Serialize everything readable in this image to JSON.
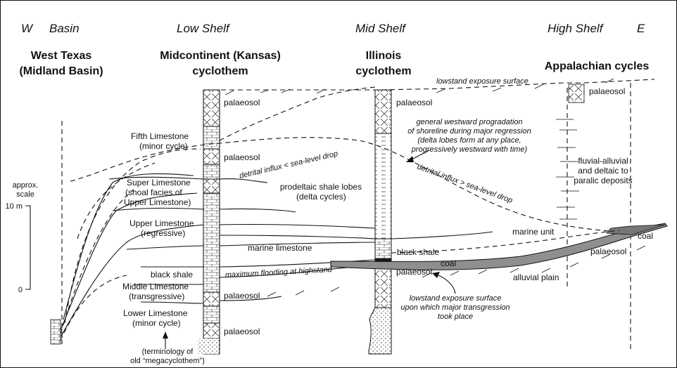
{
  "regions": {
    "west": "W",
    "basin": "Basin",
    "low_shelf": "Low Shelf",
    "mid_shelf": "Mid Shelf",
    "high_shelf": "High Shelf",
    "east": "E"
  },
  "sections": {
    "west_texas_1": "West Texas",
    "west_texas_2": "(Midland Basin)",
    "midcontinent_1": "Midcontinent (Kansas)",
    "midcontinent_2": "cyclothem",
    "illinois_1": "Illinois",
    "illinois_2": "cyclothem",
    "appalachian": "Appalachian cycles"
  },
  "scale": {
    "title_1": "approx.",
    "title_2": "scale",
    "top": "10 m",
    "bottom": "0"
  },
  "units": {
    "fifth_1": "Fifth Limestone",
    "fifth_2": "(minor cycle)",
    "super_1": "Super Limestone",
    "super_2": "(shoal facies of",
    "super_3": "Upper Limestone)",
    "upper_1": "Upper Limestone",
    "upper_2": "(regressive)",
    "black_shale_left": "black shale",
    "middle_1": "Middle Limestone",
    "middle_2": "(transgressive)",
    "lower_1": "Lower Limestone",
    "lower_2": "(minor cycle)",
    "term_1": "(terminology of",
    "term_2": "old “megacyclothem”)",
    "palaeosol": "palaeosol",
    "marine_limestone": "marine limestone",
    "prodeltaic_1": "prodeltaic shale lobes",
    "prodeltaic_2": "(delta cycles)",
    "black_shale_mid": "black shale",
    "coal": "coal",
    "alluvial_plain": "alluvial plain",
    "marine_unit": "marine unit",
    "fluvial_1": "fluvial-alluvial",
    "fluvial_2": "and deltaic to",
    "fluvial_3": "paralic deposits"
  },
  "annotations": {
    "lowstand_top": "lowstand exposure surface",
    "detrital_lt": "detrital influx < sea-level drop",
    "detrital_gt": "detrital influx > sea-level drop",
    "max_flooding": "maximum flooding at highstand",
    "prog_1": "general westward progradation",
    "prog_2": "of shoreline during major regression",
    "prog_3": "(delta lobes form at any place,",
    "prog_4": "progressively westward with time)",
    "lowstand_1": "lowstand exposure surface",
    "lowstand_2": "upon which major transgression",
    "lowstand_3": "took place"
  }
}
